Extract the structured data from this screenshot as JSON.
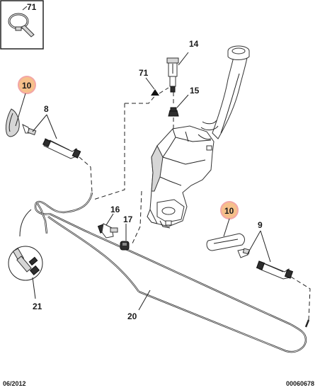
{
  "callouts": {
    "c71_box": "71",
    "c14": "14",
    "c71_mid": "71",
    "c15": "15",
    "c10_left": "10",
    "c8": "8",
    "c16": "16",
    "c17": "17",
    "c10_right": "10",
    "c9": "9",
    "c21": "21",
    "c20": "20"
  },
  "footer": {
    "date": "06/2012",
    "ref": "00060678"
  },
  "colors": {
    "highlight_fill": "#f6c08a",
    "highlight_ring": "#f3a6a6",
    "line": "#222222"
  }
}
